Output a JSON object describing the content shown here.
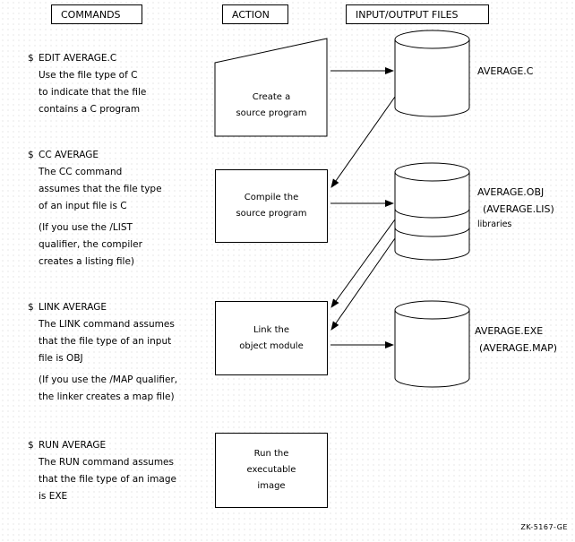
{
  "headers": {
    "commands": "COMMANDS",
    "action": "ACTION",
    "files": "INPUT/OUTPUT FILES"
  },
  "commands": [
    {
      "dollar": "$",
      "title": "EDIT AVERAGE.C",
      "body": [
        "Use the file type of  C",
        "to indicate that the file",
        "contains a C program"
      ]
    },
    {
      "dollar": "$",
      "title": "CC AVERAGE",
      "body": [
        "The CC command",
        "assumes that the file type",
        "of an input file is C"
      ],
      "note": [
        "(If you use the  /LIST",
        "qualifier, the compiler",
        "creates a listing file)"
      ]
    },
    {
      "dollar": "$",
      "title": "LINK AVERAGE",
      "body": [
        "The LINK command assumes",
        "that the file type of an input",
        "file is OBJ"
      ],
      "note": [
        "(If you use the /MAP qualifier,",
        "the linker creates a map file)"
      ]
    },
    {
      "dollar": "$",
      "title": "RUN AVERAGE",
      "body": [
        "The RUN command assumes",
        "that the file type of an image",
        "is  EXE"
      ]
    }
  ],
  "actions": [
    [
      "Create a",
      "source program"
    ],
    [
      "Compile the",
      "source program"
    ],
    [
      "Link the",
      "object module"
    ],
    [
      "Run the",
      "executable",
      "image"
    ]
  ],
  "files": [
    {
      "lines": [
        "AVERAGE.C"
      ]
    },
    {
      "lines": [
        "AVERAGE.OBJ",
        "(AVERAGE.LIS)"
      ],
      "extra": "libraries"
    },
    {
      "lines": [
        "AVERAGE.EXE",
        "(AVERAGE.MAP)"
      ]
    }
  ],
  "figure_id": "ZK-5167-GE"
}
